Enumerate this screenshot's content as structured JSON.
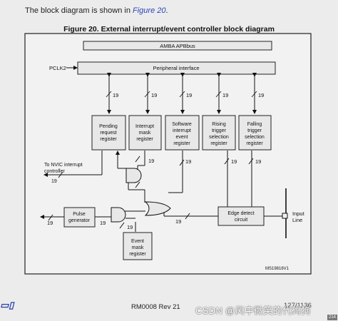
{
  "intro": {
    "prefix": "The block diagram is shown in ",
    "link": "Figure 20",
    "suffix": "."
  },
  "figure_title": "Figure 20. External interrupt/event controller block diagram",
  "blocks": {
    "amba": "AMBA APBbus",
    "peripheral": "Peripheral interface",
    "pclk": "PCLK2",
    "pending": [
      "Pending",
      "request",
      "register"
    ],
    "intmask": [
      "Interrupt",
      "mask",
      "register"
    ],
    "swint": [
      "Software",
      "interrupt",
      "event",
      "register"
    ],
    "rising": [
      "Rising",
      "trigger",
      "selection",
      "register"
    ],
    "falling": [
      "Falling",
      "trigger",
      "selection",
      "register"
    ],
    "evmask": [
      "Event",
      "mask",
      "register"
    ],
    "pulse": [
      "Pulse",
      "generator"
    ],
    "edge": [
      "Edge detect",
      "circuit"
    ],
    "nvic": [
      "To NVIC interrupt",
      "controller"
    ],
    "input": [
      "Input",
      "Line"
    ],
    "bus_width": "19",
    "ref": "MS19816V1"
  },
  "footer": {
    "doc": "RM0008 Rev 21",
    "right": "127/1136",
    "watermark": "CSDN @风中微笑的代码狗",
    "page": "214"
  },
  "colors": {
    "background": "#ececec",
    "block_fill": "#e8e8e8",
    "link": "#2a45b8"
  }
}
